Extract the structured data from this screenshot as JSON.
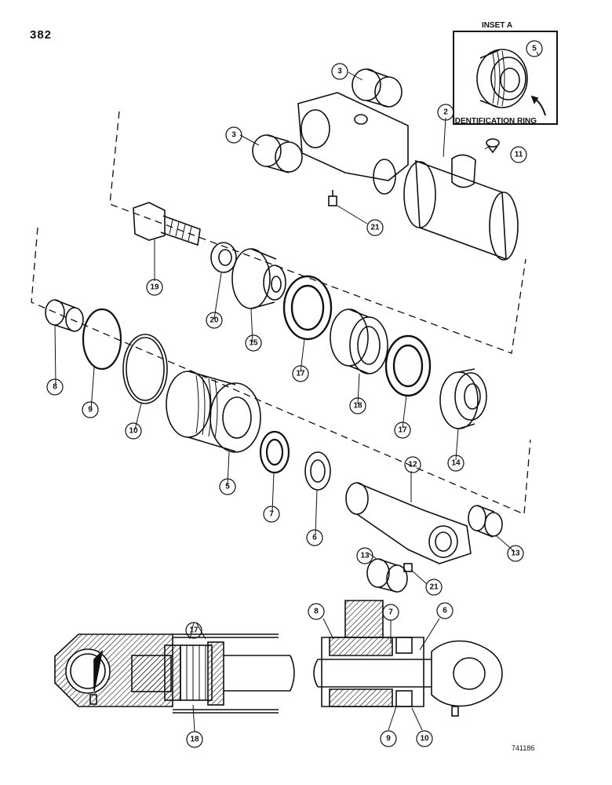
{
  "page_number": "382",
  "inset_title": "INSET A",
  "identification_label": "IDENTIFICATION RING",
  "drawing_number": "741186",
  "callouts": {
    "c2": "2",
    "c3a": "3",
    "c3b": "3",
    "c5inset": "5",
    "c11": "11",
    "c21a": "21",
    "c19": "19",
    "c20": "20",
    "c15": "15",
    "c17a": "17",
    "c18a": "18",
    "c17b": "17",
    "c14": "14",
    "c8": "8",
    "c9": "9",
    "c10": "10",
    "c5": "5",
    "c7": "7",
    "c6": "6",
    "c12": "12",
    "c13a": "13",
    "c13b": "13",
    "c21b": "21",
    "s17": "17",
    "s18": "18",
    "s8": "8",
    "s7": "7",
    "s6": "6",
    "s9": "9",
    "s10": "10"
  },
  "colors": {
    "ink": "#111111",
    "paper": "#ffffff"
  }
}
